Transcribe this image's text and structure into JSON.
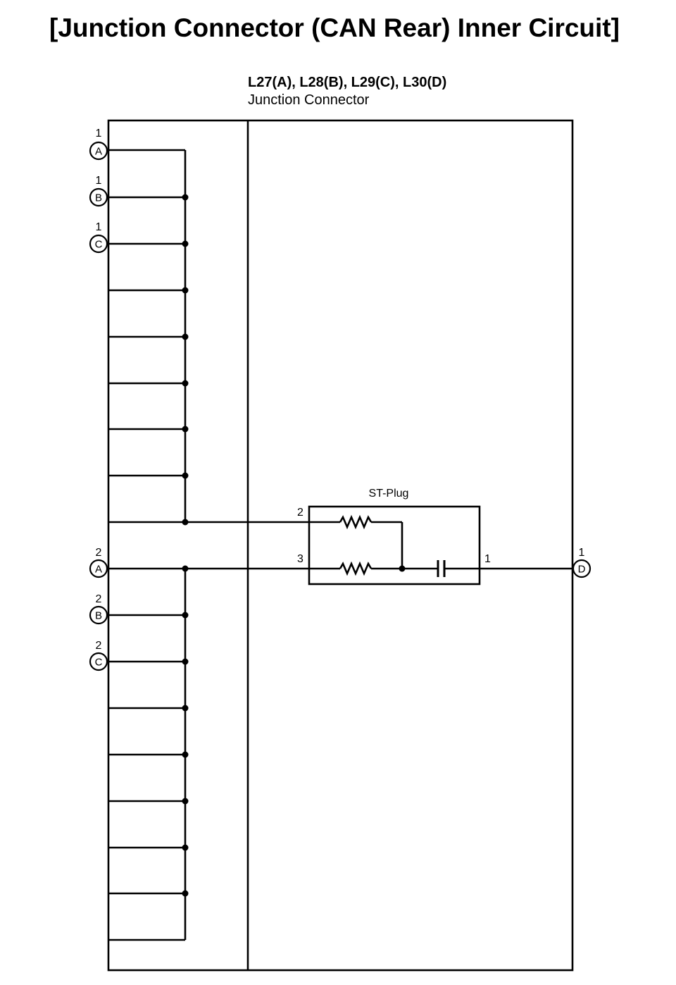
{
  "title": "[Junction Connector (CAN Rear) Inner Circuit]",
  "connector": {
    "codes": "L27(A), L28(B), L29(C), L30(D)",
    "name": "Junction Connector"
  },
  "plug": {
    "name": "ST-Plug",
    "pin_2": "2",
    "pin_3": "3",
    "pin_1": "1"
  },
  "terminals": [
    {
      "letter": "A",
      "pin": "1"
    },
    {
      "letter": "B",
      "pin": "1"
    },
    {
      "letter": "C",
      "pin": "1"
    },
    {
      "letter": "A",
      "pin": "2"
    },
    {
      "letter": "B",
      "pin": "2"
    },
    {
      "letter": "C",
      "pin": "2"
    },
    {
      "letter": "D",
      "pin": "1"
    }
  ],
  "colors": {
    "line": "#000000",
    "background": "#ffffff"
  }
}
